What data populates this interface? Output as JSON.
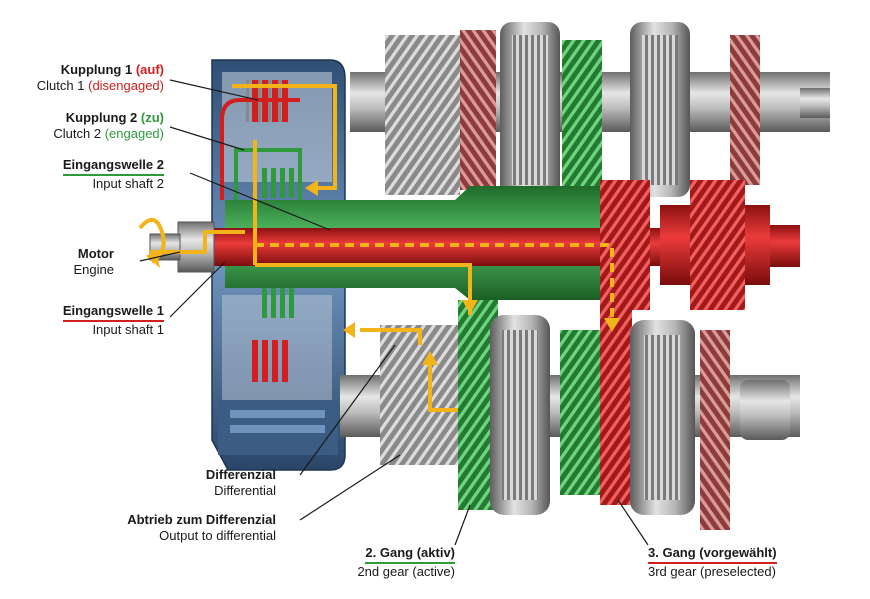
{
  "labels": {
    "clutch1": {
      "de_name": "Kupplung 1",
      "de_state": "(auf)",
      "en_name": "Clutch 1",
      "en_state": "(disengaged)"
    },
    "clutch2": {
      "de_name": "Kupplung 2",
      "de_state": "(zu)",
      "en_name": "Clutch 2",
      "en_state": "(engaged)"
    },
    "input_shaft2": {
      "de": "Eingangswelle 2",
      "en": "Input shaft 2"
    },
    "engine": {
      "de": "Motor",
      "en": "Engine"
    },
    "input_shaft1": {
      "de": "Eingangswelle 1",
      "en": "Input shaft 1"
    },
    "differential": {
      "de": "Differenzial",
      "en": "Differential"
    },
    "output": {
      "de": "Abtrieb zum Differenzial",
      "en": "Output to differential"
    },
    "gear2": {
      "de": "2. Gang (aktiv)",
      "en": "2nd gear (active)"
    },
    "gear3": {
      "de": "3. Gang (vorgewählt)",
      "en": "3rd gear (preselected)"
    }
  },
  "colors": {
    "active_path": "#f2b418",
    "clutch1_red": "#d21e1e",
    "clutch2_green": "#2e9a3c",
    "housing_blue": "#4a6f98",
    "metal_gray": "#9a9a9a"
  }
}
